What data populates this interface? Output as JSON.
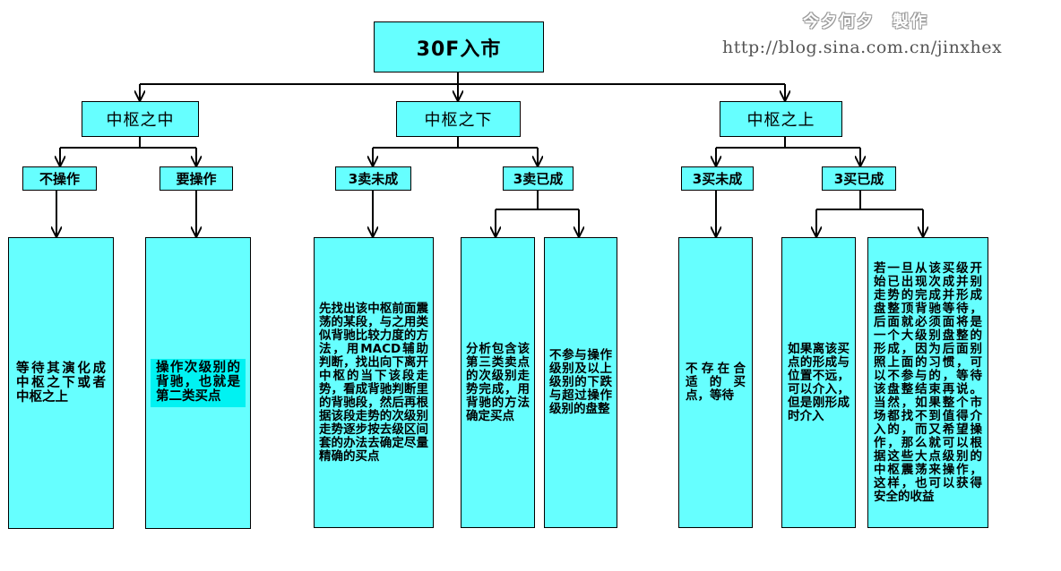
{
  "watermark": {
    "author": "今夕何夕　製作",
    "url": "http://blog.sina.com.cn/jinxhex"
  },
  "root": {
    "label": "30F入市"
  },
  "branches": [
    {
      "label": "中枢之中"
    },
    {
      "label": "中枢之下"
    },
    {
      "label": "中枢之上"
    }
  ],
  "sub_branches": [
    {
      "label": "不操作"
    },
    {
      "label": "要操作"
    },
    {
      "label": "3卖未成"
    },
    {
      "label": "3卖已成"
    },
    {
      "label": "3买未成"
    },
    {
      "label": "3买已成"
    }
  ],
  "leaves": [
    {
      "text": "等待其演化成中枢之下或者中枢之上"
    },
    {
      "text": "操作次级别的背驰，也就是第二类买点"
    },
    {
      "text": "先找出该中枢前面震荡的某段，与之用类似背驰比较力度的方法，用MACD辅助判断，找出向下离开中枢的当下该段走势，看成背驰判断里的背驰段，然后再根据该段走势的次级别走势逐步按去级区间套的办法去确定尽量精确的买点"
    },
    {
      "text": "分析包含该第三类卖点的次级别走势完成，用背驰的方法确定买点"
    },
    {
      "text": "不参与操作级别及以上级别的下跌与超过操作级别的盘整"
    },
    {
      "text": "不存在合适的买点，等待"
    },
    {
      "text": "如果离该买点的形成与位置不远，可以介入，但是刚形成时介入"
    },
    {
      "text": "若一旦从该买级开始已出现次成并别走势的完成并形成盘整顶背驰等待，后面就必须面将是一个大级别盘整的形成，因为后面别照上面的习惯，可以不参与的，等待该盘整结束再说。当然，如果整个市场都找不到值得介入的，而又希望操作，那么就可以根据这些大点级别的中枢震荡来操作，这样，也可以获得安全的收益"
    }
  ]
}
